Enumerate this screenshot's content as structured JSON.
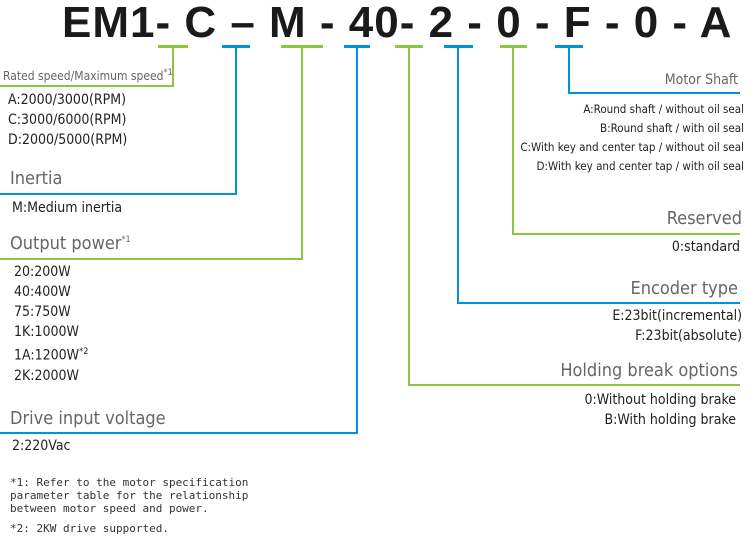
{
  "model_code": "EM1- C – M - 40- 2 - 0 - F - 0 - A",
  "colors": {
    "green": "#8cc63f",
    "blue": "#0093dd"
  },
  "rated_speed": {
    "title": "Rated speed/Maximum speed",
    "sup": "*1",
    "items": [
      "A:2000/3000(RPM)",
      "C:3000/6000(RPM)",
      "D:2000/5000(RPM)"
    ]
  },
  "inertia": {
    "title": "Inertia",
    "items": [
      "M:Medium inertia"
    ]
  },
  "output_power": {
    "title": "Output power",
    "sup": "*1",
    "items": [
      "20:200W",
      "40:400W",
      "75:750W",
      "1K:1000W",
      "1A:1200W",
      "2K:2000W"
    ],
    "item_sup": "*2"
  },
  "drive_voltage": {
    "title": "Drive input voltage",
    "items": [
      "2:220Vac"
    ]
  },
  "motor_shaft": {
    "title": "Motor Shaft",
    "items": [
      "A:Round shaft / without oil seal",
      "B:Round shaft / with oil seal",
      "C:With key and center tap / without oil seal",
      "D:With key and center tap / with oil seal"
    ]
  },
  "reserved": {
    "title": "Reserved",
    "items": [
      "0:standard"
    ]
  },
  "encoder": {
    "title": "Encoder type",
    "items": [
      "E:23bit(incremental)",
      "F:23bit(absolute)"
    ]
  },
  "brake": {
    "title": "Holding break options",
    "items": [
      "0:Without holding brake",
      "B:With holding brake"
    ]
  },
  "notes": [
    "*1: Refer to the motor specification parameter table for the relationship between motor speed and power.",
    "*2: 2KW drive supported."
  ]
}
